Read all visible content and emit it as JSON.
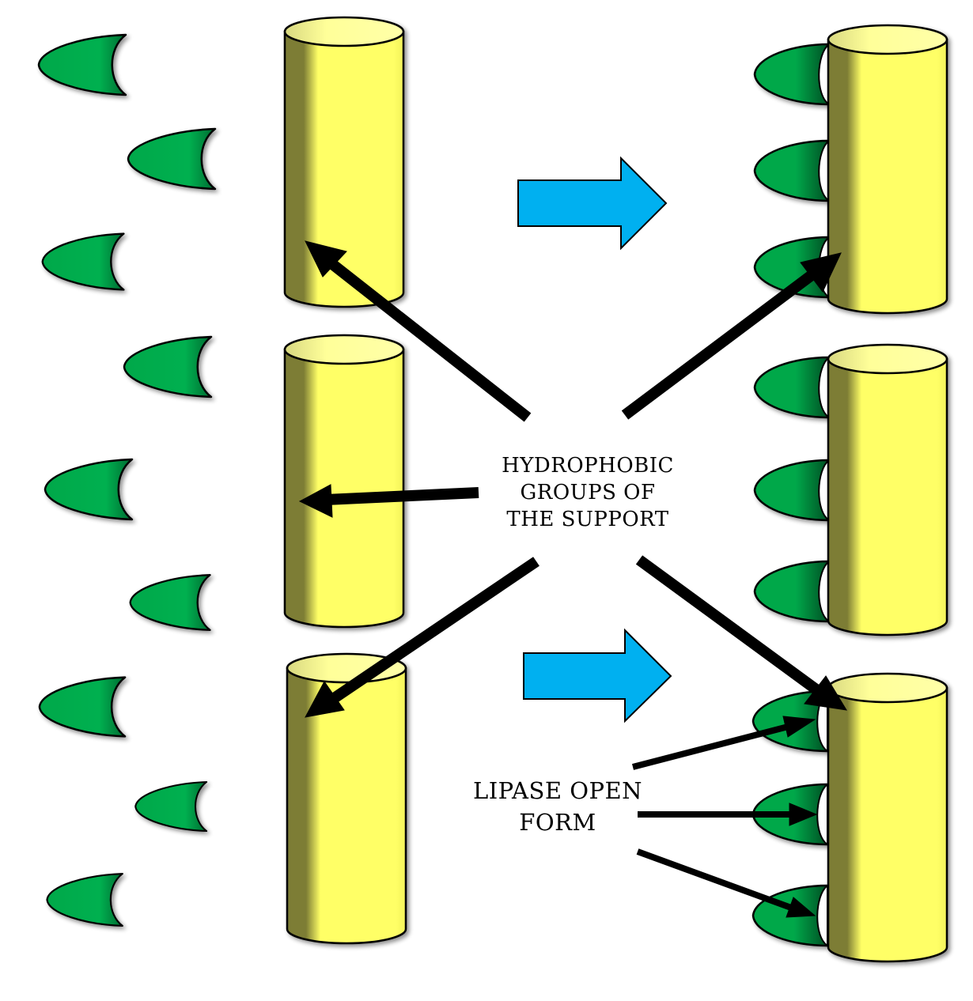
{
  "labels": {
    "hydrophobic": [
      "HYDROPHOBIC",
      "GROUPS OF",
      "THE SUPPORT"
    ],
    "lipase": [
      "LIPASE OPEN",
      "FORM"
    ]
  },
  "colors": {
    "cylinder_body": "#ffff66",
    "cylinder_shadow": "#808033",
    "cylinder_top": "#ffff99",
    "lipase_green": "#00b050",
    "lipase_dark": "#005a28",
    "process_arrow": "#00b0f0",
    "pointer_arrow": "#000000"
  },
  "icons": {
    "support": "yellow-cylinder",
    "enzyme": "green-crescent-lipase",
    "process": "blue-block-arrow"
  },
  "counts": {
    "free_lipases": 9,
    "supports_before": 3,
    "supports_after": 3,
    "adsorbed_lipases_per_support": 3
  }
}
